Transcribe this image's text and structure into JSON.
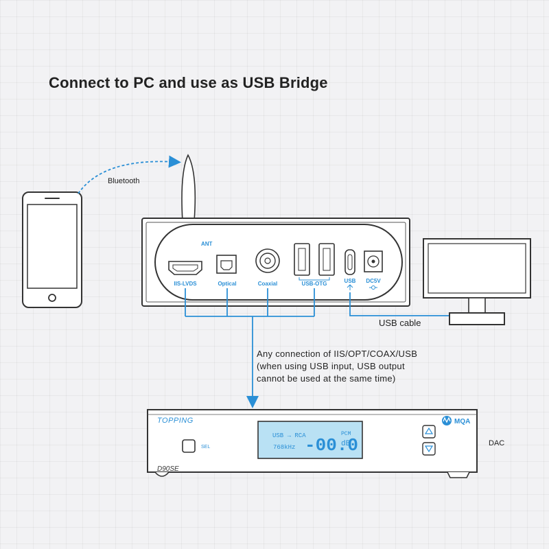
{
  "title": "Connect to PC and use as USB Bridge",
  "labels": {
    "bluetooth": "Bluetooth",
    "usb_cable": "USB cable",
    "dac": "DAC",
    "connection_note": [
      "Any connection of IIS/OPT/COAX/USB",
      "(when using USB input, USB output",
      "cannot be used at the same time)"
    ]
  },
  "bridge_ports": {
    "ant": "ANT",
    "iis_lvds": "IIS-LVDS",
    "optical": "Optical",
    "coaxial": "Coaxial",
    "usb_otg": "USB-OTG",
    "usb": "USB",
    "dc5v": "DC5V"
  },
  "dac_unit": {
    "brand": "TOPPING",
    "model": "D90SE",
    "mqa": "MQA",
    "sel": "SEL",
    "display_route": "USB → RCA",
    "display_rate": "768kHz",
    "display_volume": "-00.0",
    "display_format": "PCM",
    "display_unit": "dB"
  },
  "colors": {
    "accent_blue": "#2a8fd6",
    "line_dark": "#333333",
    "display_bg": "#b9e1f4"
  }
}
